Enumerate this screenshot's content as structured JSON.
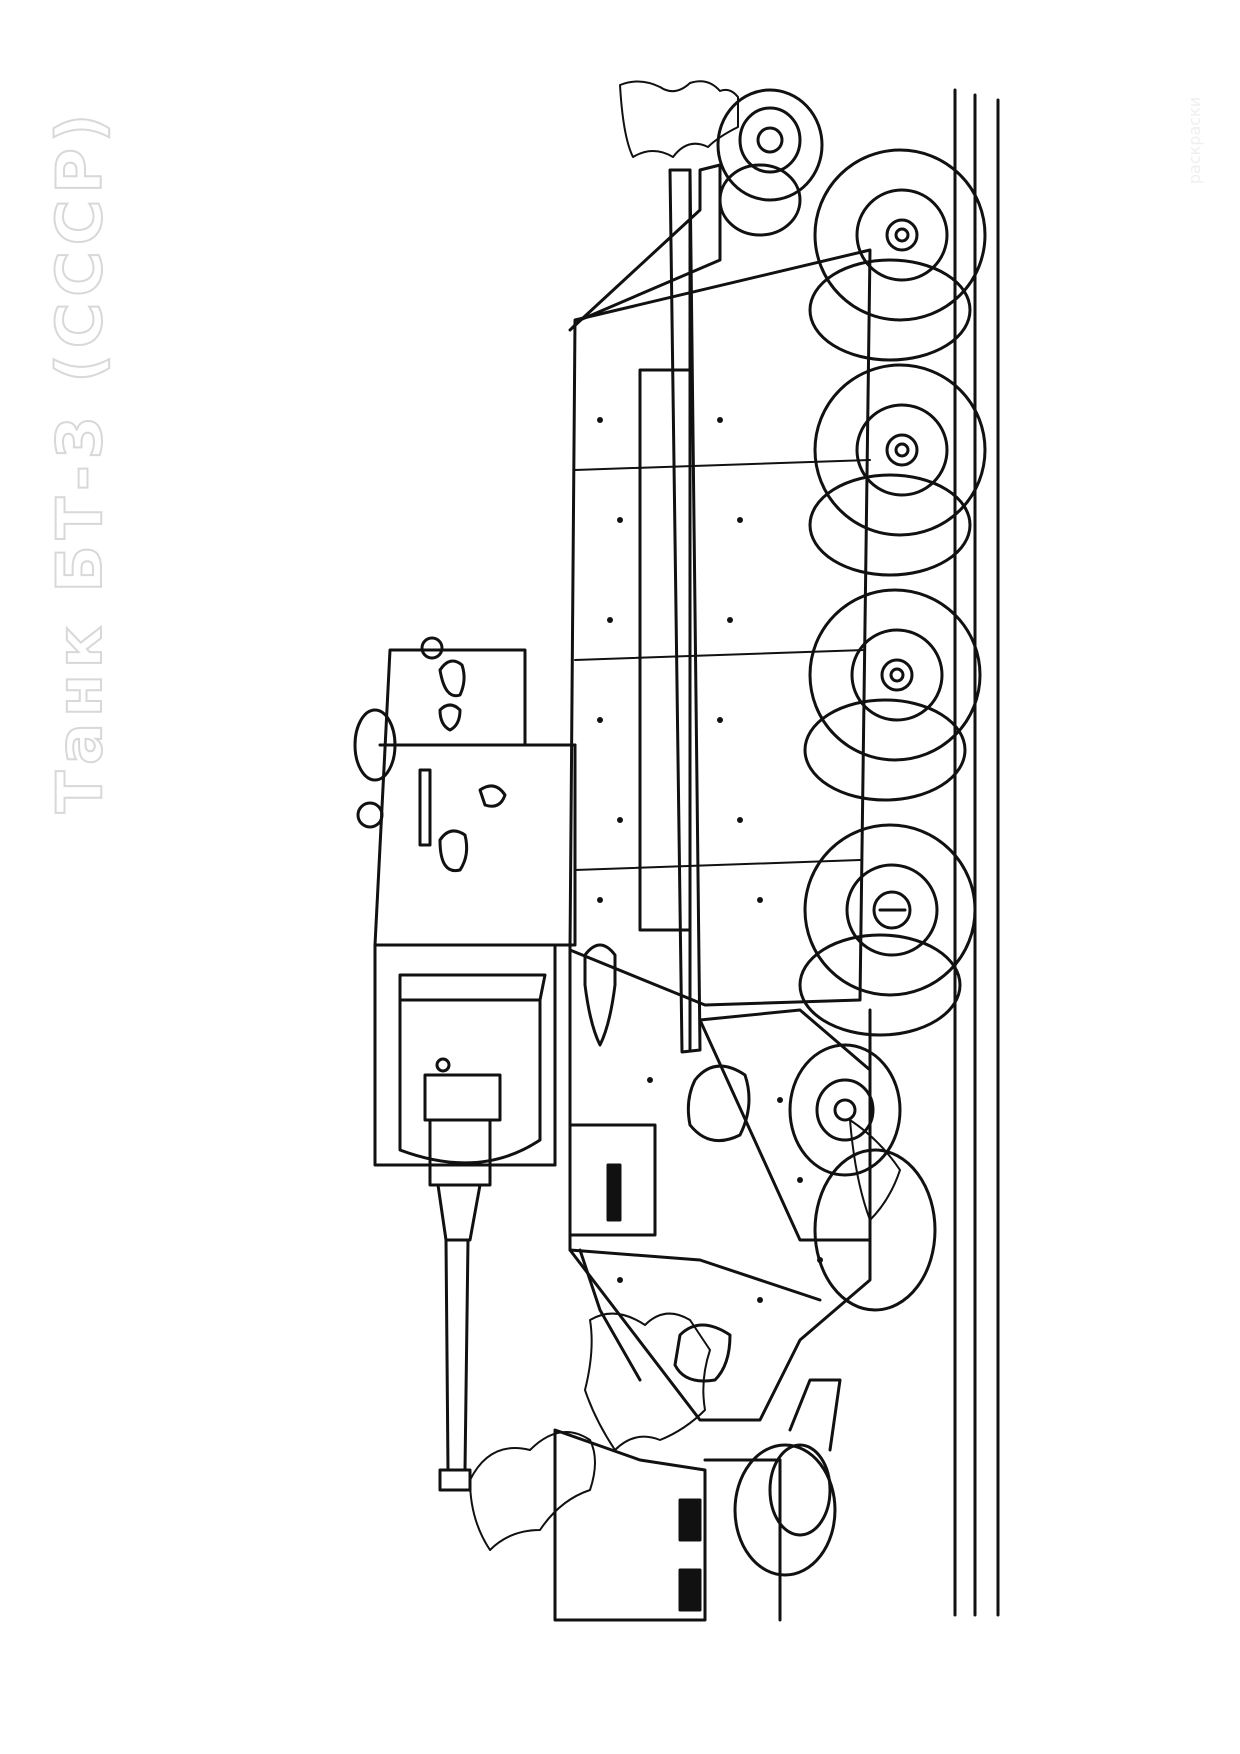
{
  "page": {
    "background": "#ffffff",
    "line_color": "#111111"
  },
  "title": {
    "text": "Танк БТ-3 (СССР)",
    "color": "#d8d8d8"
  },
  "watermark": {
    "text": "раскраски"
  },
  "illustration": {
    "subject": "armoured-vehicle-line-art",
    "orientation": "rotated-90-counterclockwise",
    "road_wheels": 4,
    "idler_wheels": 2
  }
}
